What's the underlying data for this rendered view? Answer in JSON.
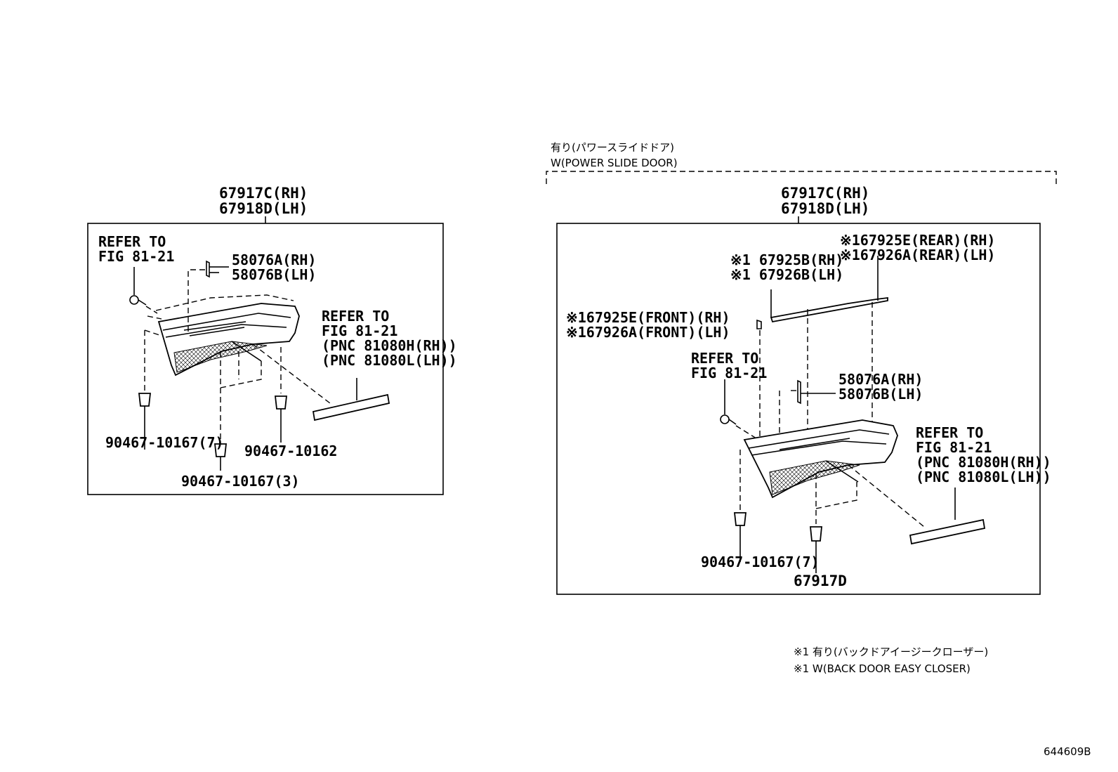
{
  "left_panel": {
    "assembly_rh": "67917C(RH)",
    "assembly_lh": "67918D(LH)",
    "refer_fig_1": "REFER TO\nFIG 81-21",
    "clip_rh": "58076A(RH)",
    "clip_lh": "58076B(LH)",
    "refer_fig_2": "REFER TO\nFIG 81-21\n(PNC 81080H(RH))\n(PNC 81080L(LH))",
    "clip_1": "90467-10167(7)",
    "clip_2": "90467-10162",
    "clip_3": "90467-10167(3)"
  },
  "right_panel": {
    "section_title_jp": "有り(パワースライドドア)",
    "section_title_en": "W(POWER SLIDE DOOR)",
    "assembly_rh": "67917C(RH)",
    "assembly_lh": "67918D(LH)",
    "rear_rh": "※167925E(REAR)(RH)",
    "rear_lh": "※167926A(REAR)(LH)",
    "mid_rh": "※1 67925B(RH)",
    "mid_lh": "※1 67926B(LH)",
    "front_rh": "※167925E(FRONT)(RH)",
    "front_lh": "※167926A(FRONT)(LH)",
    "refer_fig_1": "REFER TO\nFIG 81-21",
    "clip_rh": "58076A(RH)",
    "clip_lh": "58076B(LH)",
    "refer_fig_2": "REFER TO\nFIG 81-21\n(PNC 81080H(RH))\n(PNC 81080L(LH))",
    "clip_1": "90467-10167(7)",
    "clip_2": "67917D"
  },
  "footnote": {
    "jp": "※1 有り(バックドアイージークローザー)",
    "en": "※1 W(BACK DOOR EASY CLOSER)"
  },
  "figure_id": "644609B"
}
